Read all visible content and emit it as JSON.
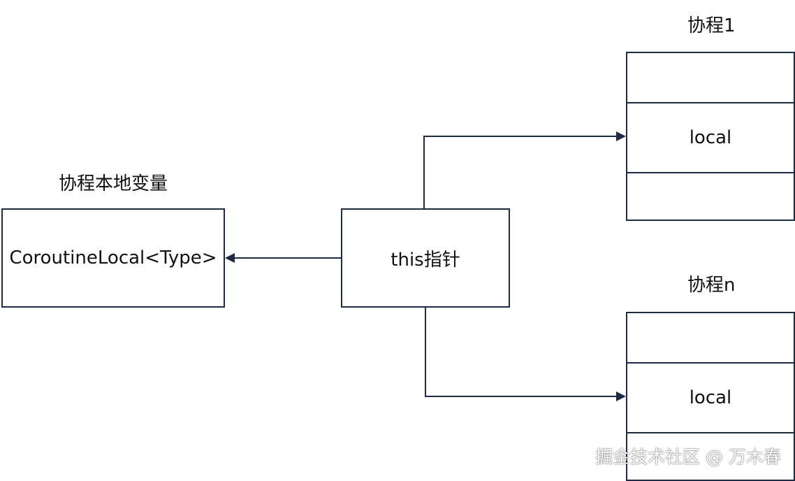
{
  "left_block": {
    "heading": "协程本地变量",
    "box_label": "CoroutineLocal<Type>"
  },
  "center_block": {
    "box_label": "this指针"
  },
  "coroutine_1": {
    "heading": "协程1",
    "middle_cell_label": "local"
  },
  "coroutine_n": {
    "heading": "协程n",
    "middle_cell_label": "local"
  },
  "watermark": "掘金技术社区 @ 万木春",
  "colors": {
    "line": "#1f2a44",
    "text": "#111111",
    "background": "#ffffff"
  }
}
